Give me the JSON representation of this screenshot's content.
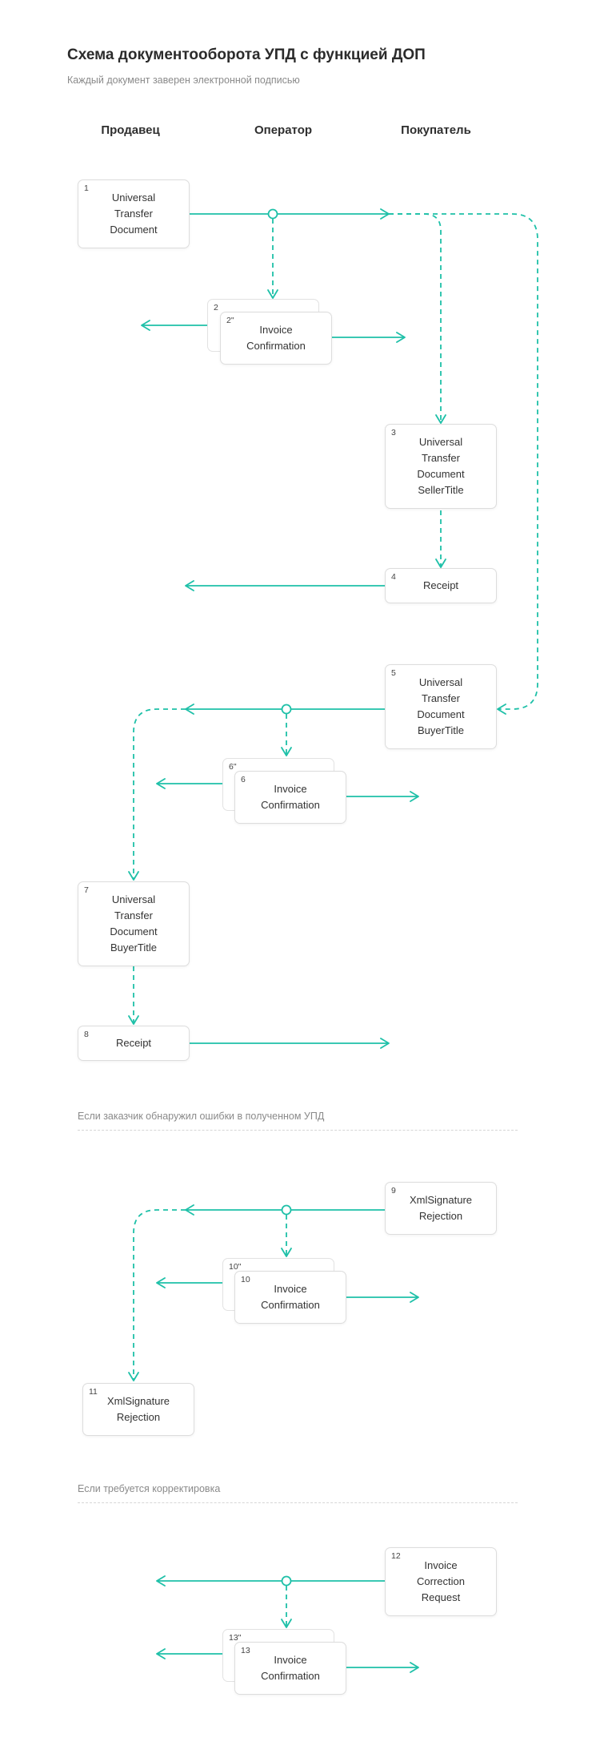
{
  "header": {
    "title": "Схема документооборота УПД с функцией ДОП",
    "subtitle": "Каждый документ заверен электронной подписью"
  },
  "columns": {
    "seller": "Продавец",
    "operator": "Оператор",
    "buyer": "Покупатель"
  },
  "sections": {
    "errors": "Если заказчик обнаружил ошибки в полученном УПД",
    "correction": "Если требуется корректировка"
  },
  "steps": [
    {
      "num": "1",
      "label": "Universal\nTransfer\nDocument"
    },
    {
      "num": "2",
      "label": ""
    },
    {
      "num": "2\"",
      "label": "Invoice\nConfirmation"
    },
    {
      "num": "3",
      "label": "Universal\nTransfer\nDocument\nSellerTitle"
    },
    {
      "num": "4",
      "label": "Receipt"
    },
    {
      "num": "5",
      "label": "Universal\nTransfer\nDocument\nBuyerTitle"
    },
    {
      "num": "6\"",
      "label": ""
    },
    {
      "num": "6",
      "label": "Invoice\nConfirmation"
    },
    {
      "num": "7",
      "label": "Universal\nTransfer\nDocument\nBuyerTitle"
    },
    {
      "num": "8",
      "label": "Receipt"
    },
    {
      "num": "9",
      "label": "XmlSignature\nRejection"
    },
    {
      "num": "10\"",
      "label": ""
    },
    {
      "num": "10",
      "label": "Invoice\nConfirmation"
    },
    {
      "num": "11",
      "label": "XmlSignature\nRejection"
    },
    {
      "num": "12",
      "label": "Invoice\nCorrection\nRequest"
    },
    {
      "num": "13\"",
      "label": ""
    },
    {
      "num": "13",
      "label": "Invoice\nConfirmation"
    }
  ],
  "colors": {
    "accent": "#1ec0a8",
    "box_border": "#dddddd",
    "muted_text": "#8a8a8a"
  }
}
